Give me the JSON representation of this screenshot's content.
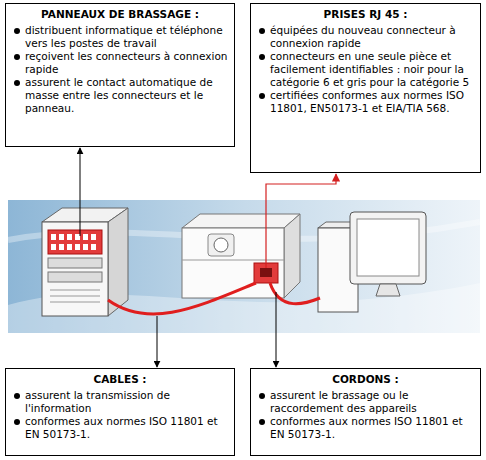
{
  "diagram": {
    "nodes": [
      {
        "text": [
          "PANNEAUX DE BRASSAGE :",
          "distribuent informatique et téléphone vers les postes de travail",
          "reçoivent les connecteurs à connexion rapide",
          "assurent le contact automatique de masse entre les connecteurs et le panneau."
        ]
      },
      {
        "text": [
          "PRISES RJ 45 :",
          "équipées du nouveau connecteur à connexion rapide",
          "connecteurs en une seule pièce et facilement identifiables : noir pour la catégorie 6 et gris pour la catégorie 5",
          "certifiées conformes aux normes ISO 11801, EN50173-1 et EIA/TIA 568."
        ]
      },
      {
        "text": [
          "CABLES :",
          "assurent la transmission de l'information",
          "conformes aux normes ISO 11801 et EN 50173-1."
        ]
      },
      {
        "text": [
          "CORDONS :",
          "assurent le brassage ou le raccordement des appareils",
          "conformes aux normes ISO 11801 et EN 50173-1."
        ]
      }
    ]
  }
}
